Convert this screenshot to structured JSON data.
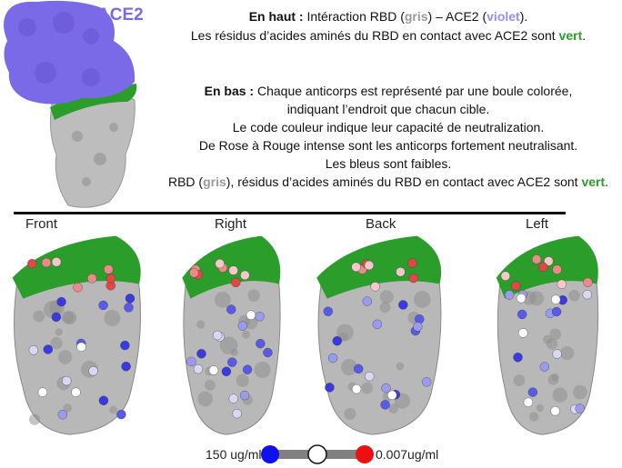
{
  "top_image": {
    "label": "ACE2"
  },
  "description": {
    "top_heading": "En haut :",
    "top_line1_a": " Intéraction RBD (",
    "top_line1_gris": "gris",
    "top_line1_b": ") – ACE2 (",
    "top_line1_violet": "violet",
    "top_line1_c": ").",
    "top_line2_a": "Les résidus d’acides aminés du RBD en contact avec ACE2 sont ",
    "top_line2_vert": "vert",
    "top_line2_b": ".",
    "bottom_heading": "En bas :",
    "bottom_line1": " Chaque anticorps est représenté par une boule colorée,",
    "bottom_line2": "indiquant l’endroit que chacun cible.",
    "bottom_line3": "Le code couleur indique leur capacité de neutralization.",
    "bottom_line4": "De Rose à Rouge intense sont les anticorps fortement neutralisant.",
    "bottom_line5": "Les bleus sont faibles.",
    "bottom_line6_a": "RBD (",
    "bottom_line6_gris": "gris",
    "bottom_line6_b": "), résidus d’acides aminés du RBD en contact avec ACE2 sont ",
    "bottom_line6_vert": "vert",
    "bottom_line6_c": "."
  },
  "views": [
    {
      "label": "Front"
    },
    {
      "label": "Right"
    },
    {
      "label": "Back"
    },
    {
      "label": "Left"
    }
  ],
  "legend": {
    "low_label": "150 ug/ml",
    "high_label": "0.007ug/ml",
    "low_color": "#1010ee",
    "mid_color": "#ffffff",
    "high_color": "#ee1010"
  },
  "colors": {
    "rbd": "#b8b8b8",
    "ace2": "#7b6ae8",
    "contact": "#2a9d2a"
  }
}
